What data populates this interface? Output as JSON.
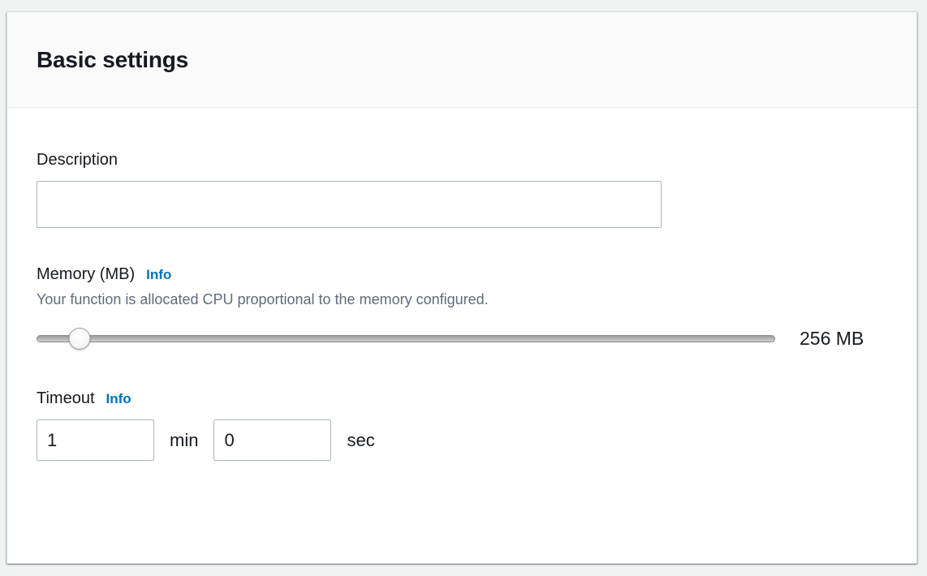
{
  "panel": {
    "title": "Basic settings"
  },
  "description_field": {
    "label": "Description",
    "value": "",
    "placeholder": ""
  },
  "memory_field": {
    "label": "Memory (MB)",
    "info_label": "Info",
    "description": "Your function is allocated CPU proportional to the memory configured.",
    "value_label": "256 MB",
    "slider": {
      "value": 256,
      "min": 128,
      "max": 10240,
      "thumb_percent": 5.8
    }
  },
  "timeout_field": {
    "label": "Timeout",
    "info_label": "Info",
    "minutes_value": "1",
    "minutes_unit": "min",
    "seconds_value": "0",
    "seconds_unit": "sec"
  },
  "colors": {
    "accent_link": "#0073bb",
    "text_primary": "#16191f",
    "text_secondary": "#5f6b7a",
    "input_border": "#aab7b8",
    "panel_header_bg": "#fafafa",
    "page_bg": "#f1f3f3"
  }
}
